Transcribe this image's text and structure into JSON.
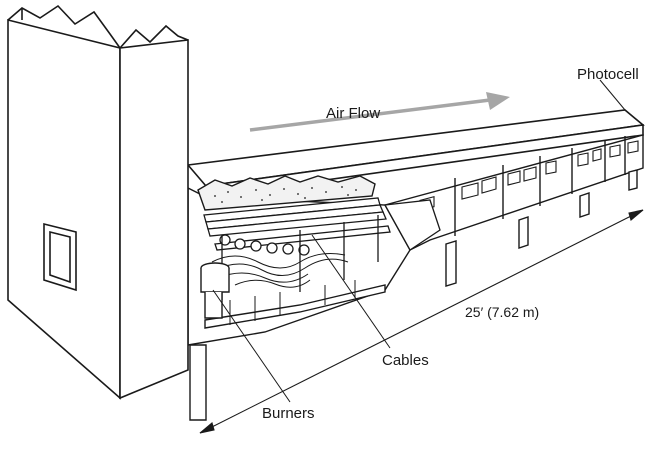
{
  "labels": {
    "air_flow": "Air Flow",
    "photocell": "Photocell",
    "cables": "Cables",
    "burners": "Burners",
    "length": "25′ (7.62 m)"
  },
  "colors": {
    "line": "#1a1a1a",
    "arrow": "#a6a6a6",
    "fill": "#ffffff"
  }
}
